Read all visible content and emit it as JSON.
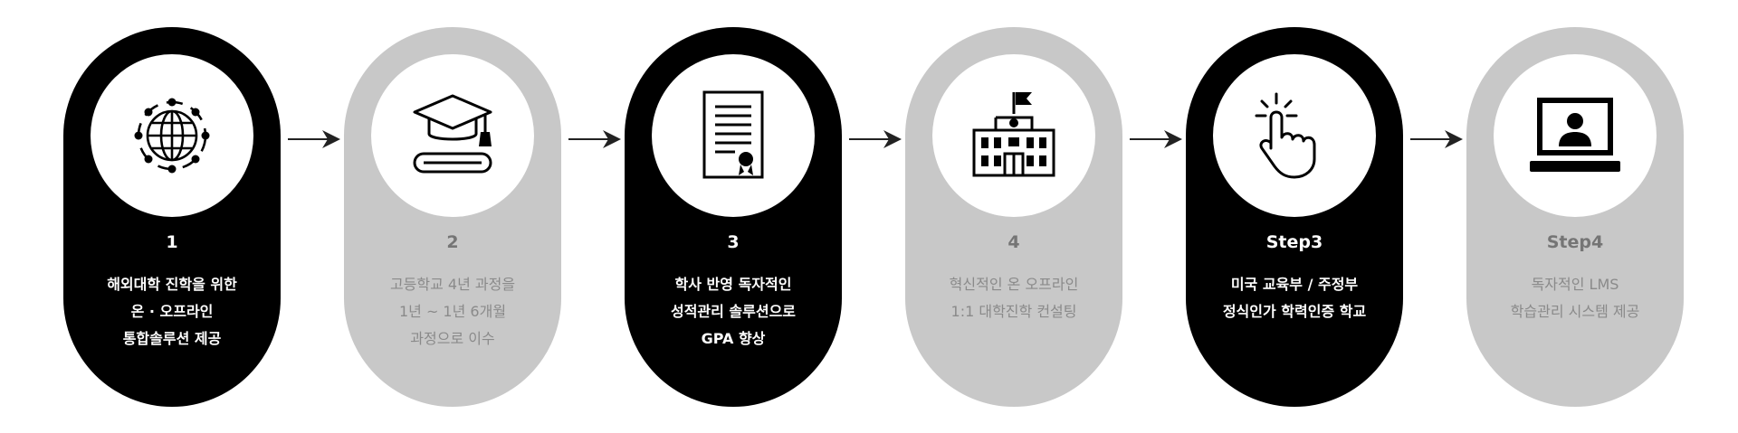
{
  "steps": [
    {
      "number": "1",
      "icon": "globe-network-icon",
      "lines": [
        "해외대학 진학을 위한",
        "온 · 오프라인",
        "통합솔루션 제공"
      ]
    },
    {
      "number": "2",
      "icon": "graduation-cap-icon",
      "lines": [
        "고등학교 4년 과정을",
        "1년 ~ 1년 6개월",
        "과정으로 이수"
      ]
    },
    {
      "number": "3",
      "icon": "certificate-icon",
      "lines": [
        "학사 반영 독자적인",
        "성적관리 솔루션으로",
        "GPA 향상"
      ]
    },
    {
      "number": "4",
      "icon": "school-building-icon",
      "lines": [
        "혁신적인 온 오프라인",
        "1:1 대학진학 컨설팅"
      ]
    },
    {
      "number": "Step3",
      "icon": "pointer-hand-icon",
      "lines": [
        "미국 교육부 / 주정부",
        "정식인가 학력인증 학교"
      ]
    },
    {
      "number": "Step4",
      "icon": "laptop-user-icon",
      "lines": [
        "독자적인 LMS",
        "학습관리 시스템 제공"
      ]
    }
  ],
  "colors": {
    "dark_fill": "#000000",
    "light_fill": "#c8c8c8",
    "icon_bg": "#ffffff",
    "dark_text": "#ffffff",
    "light_text": "#8a8a8a",
    "arrow": "#222222"
  }
}
